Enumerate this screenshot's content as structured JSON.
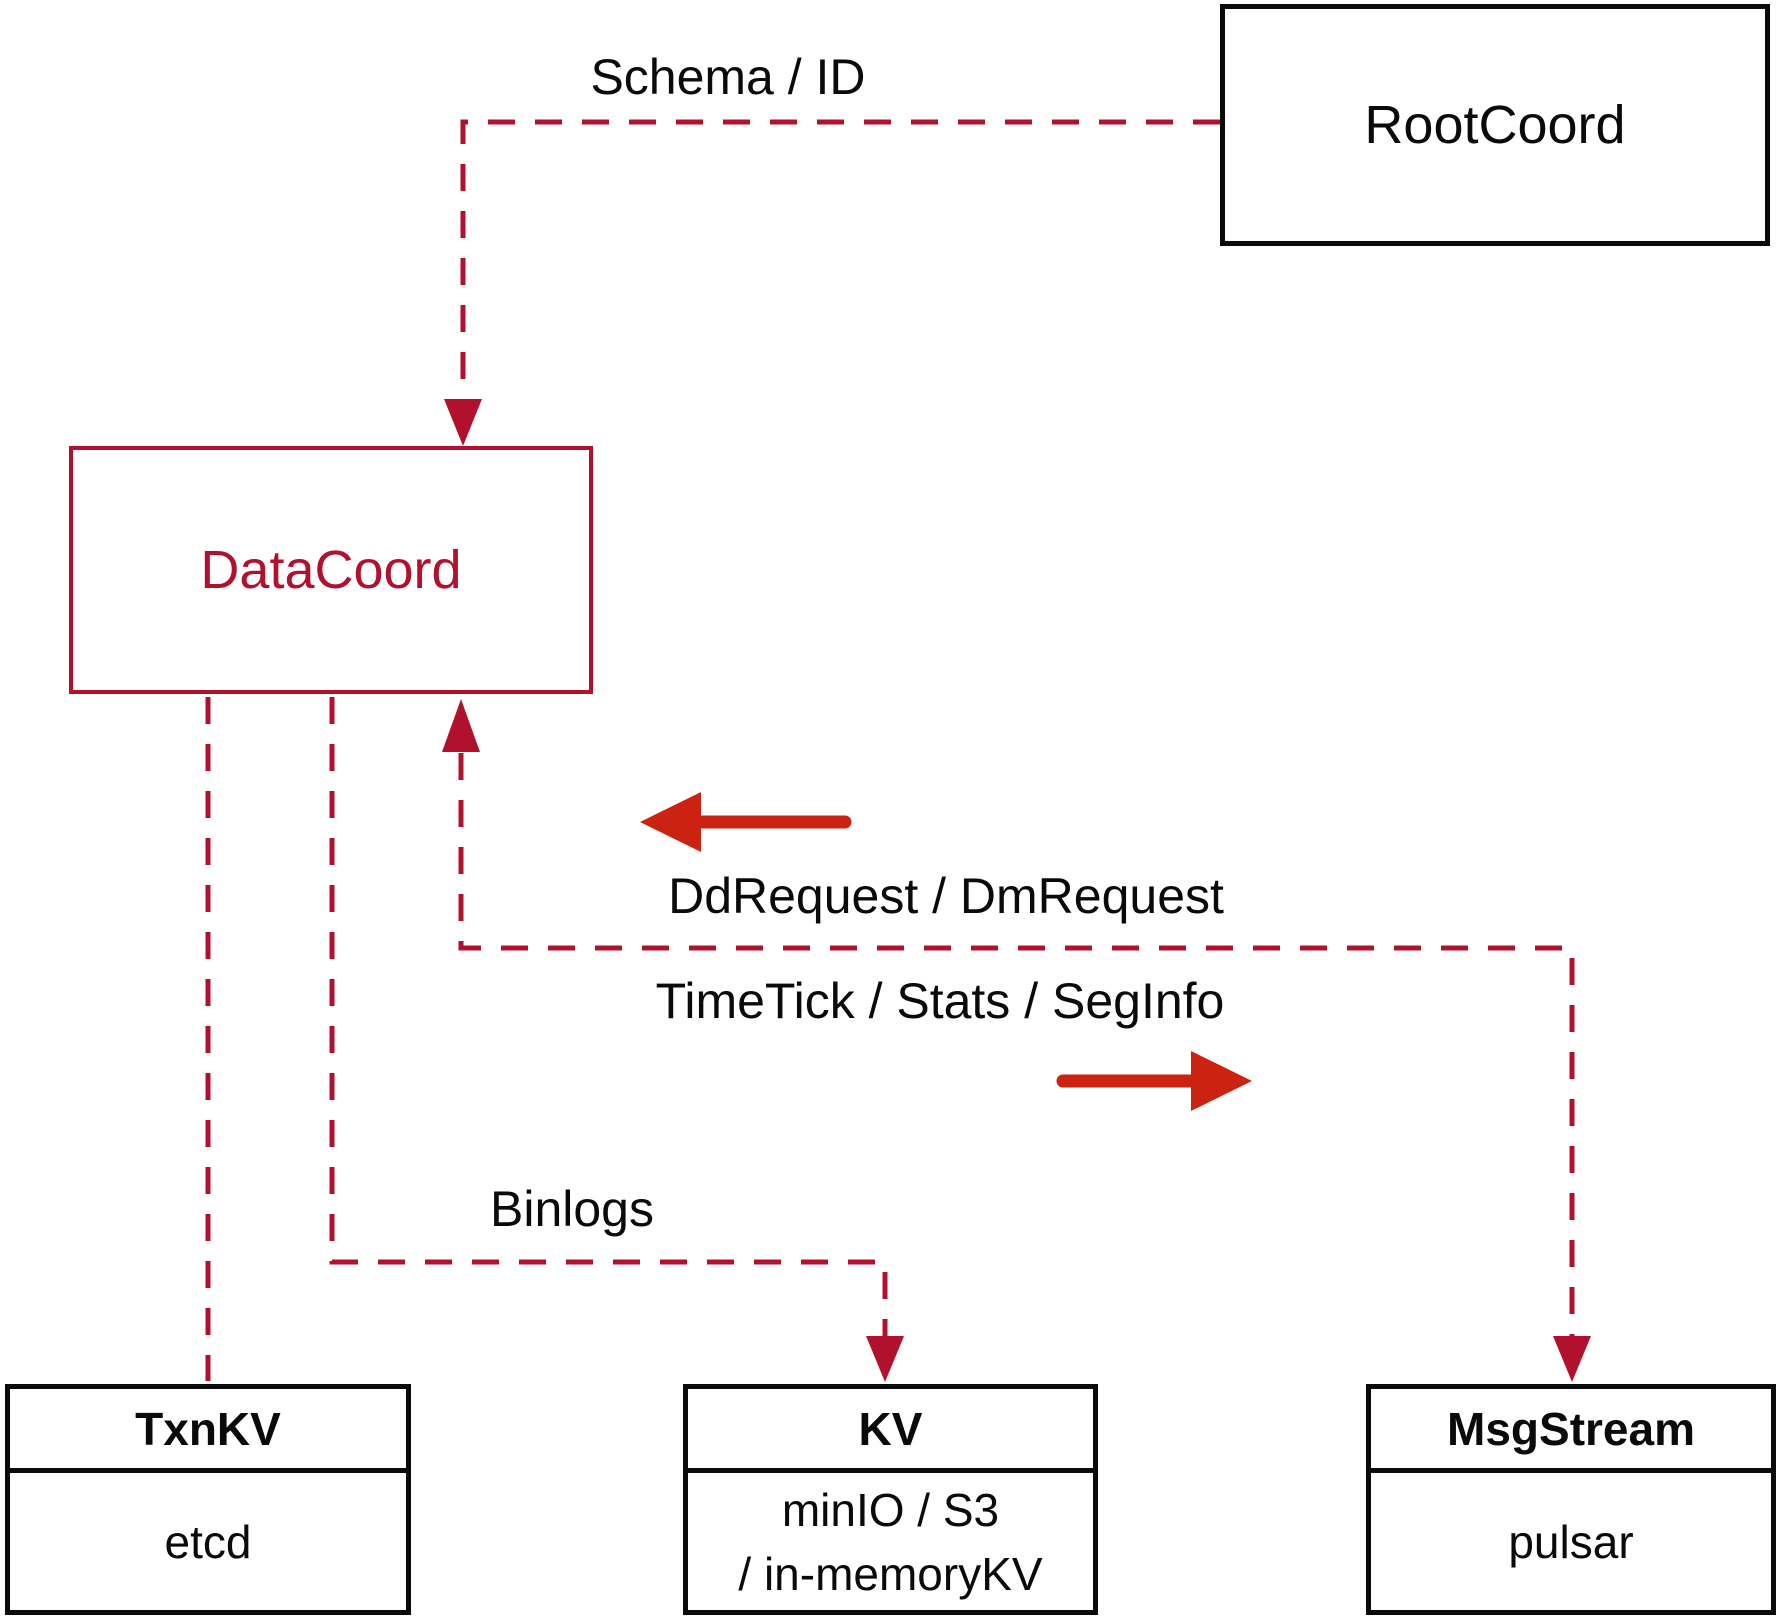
{
  "colors": {
    "dashed_line": "#b2112e",
    "solid_arrow": "#cc2211",
    "box_border": "#0a0a0a",
    "datacoord_accent": "#b2112e"
  },
  "nodes": {
    "rootcoord": {
      "label": "RootCoord"
    },
    "datacoord": {
      "label": "DataCoord"
    },
    "txnkv": {
      "title": "TxnKV",
      "impl": "etcd"
    },
    "kv": {
      "title": "KV",
      "impl_line1": "minIO / S3",
      "impl_line2": "/ in-memoryKV"
    },
    "msgstream": {
      "title": "MsgStream",
      "impl": "pulsar"
    }
  },
  "edge_labels": {
    "schema_id": "Schema / ID",
    "dd_dm_request": "DdRequest / DmRequest",
    "timetick_stats_seginfo": "TimeTick / Stats / SegInfo",
    "binlogs": "Binlogs"
  }
}
